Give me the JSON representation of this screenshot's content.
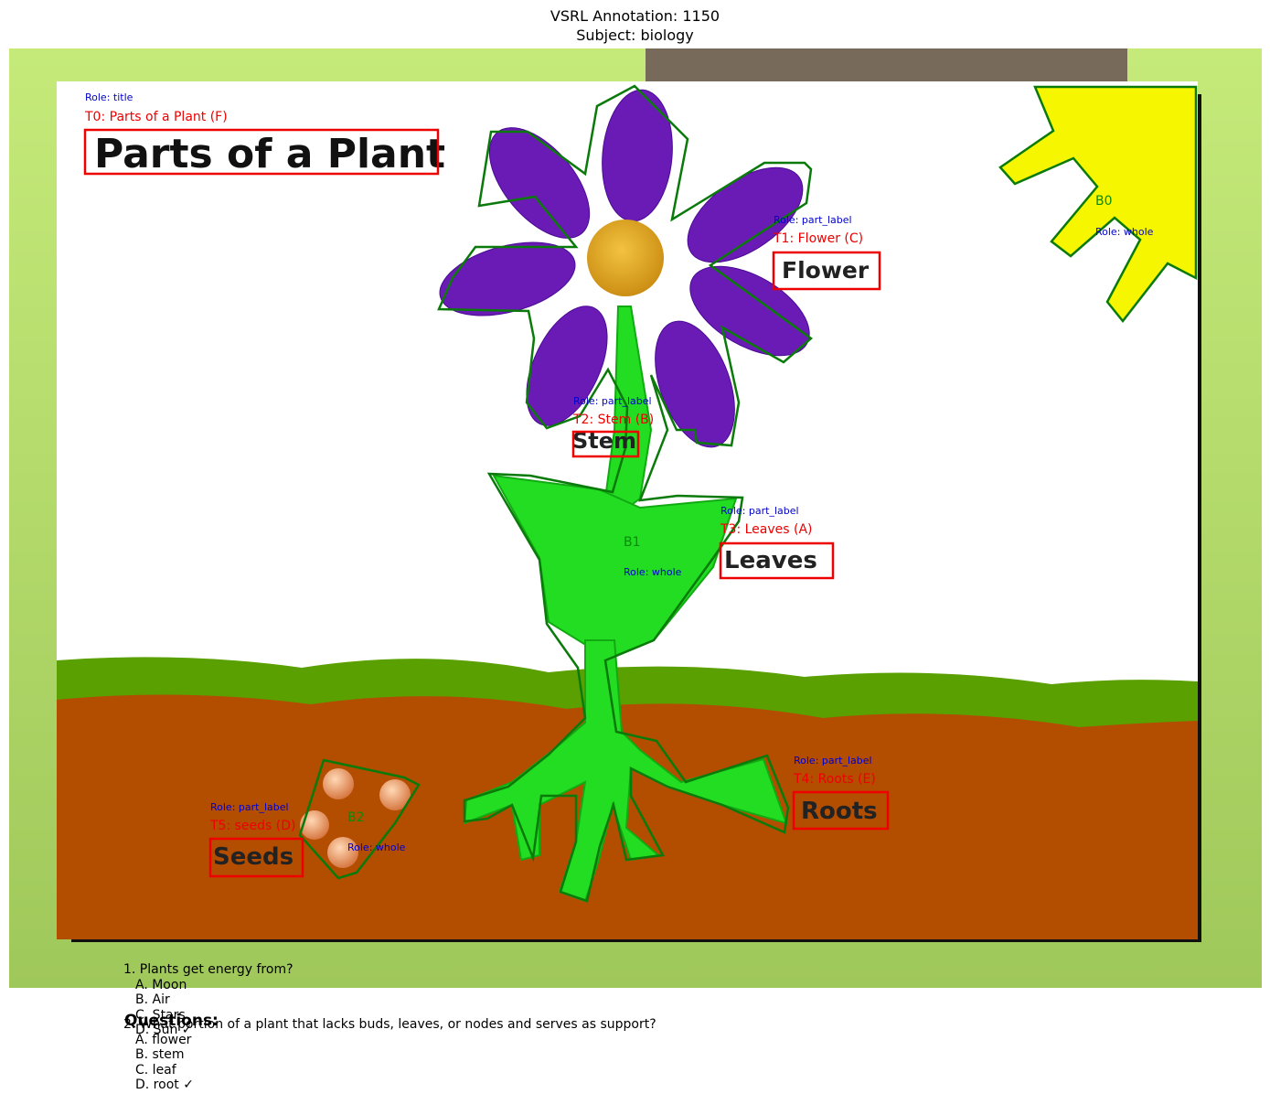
{
  "header": {
    "title": "VSRL Annotation: 1150",
    "subject": "Subject: biology"
  },
  "diagram": {
    "title_text": "Parts of a Plant",
    "labels": {
      "flower": "Flower",
      "stem": "Stem",
      "leaves": "Leaves",
      "roots": "Roots",
      "seeds": "Seeds"
    },
    "annotations": {
      "t0": {
        "role": "Role: title",
        "tag": "T0: Parts of a Plant (F)"
      },
      "t1": {
        "role": "Role: part_label",
        "tag": "T1: Flower (C)"
      },
      "t2": {
        "role": "Role: part_label",
        "tag": "T2: Stem (B)"
      },
      "t3": {
        "role": "Role: part_label",
        "tag": "T3: Leaves (A)"
      },
      "t4": {
        "role": "Role: part_label",
        "tag": "T4: Roots (E)"
      },
      "t5": {
        "role": "Role: part_label",
        "tag": "T5: seeds (D)"
      },
      "b0": {
        "id": "B0",
        "role": "Role: whole"
      },
      "b1": {
        "id": "B1",
        "role": "Role: whole"
      },
      "b2": {
        "id": "B2",
        "role": "Role: whole"
      }
    }
  },
  "questions": {
    "heading": "Questions:",
    "items": [
      {
        "text": "1. Plants get energy from?",
        "options": [
          "A. Moon",
          "B. Air",
          "C. Stars",
          "D. Sun ✓"
        ]
      },
      {
        "text": "2. What portion of a plant that lacks buds, leaves, or nodes and serves as support?",
        "options": [
          "A. flower",
          "B. stem",
          "C. leaf",
          "D. root ✓"
        ]
      }
    ]
  },
  "colors": {
    "bbox_text": "#ff0000",
    "role_text": "#0000cc",
    "blob_outline": "#0a7a0a",
    "soil": "#b34d00",
    "grass": "#5aa000",
    "petal": "#6a1bb5",
    "stem": "#22dd22",
    "sun": "#f6f600"
  }
}
